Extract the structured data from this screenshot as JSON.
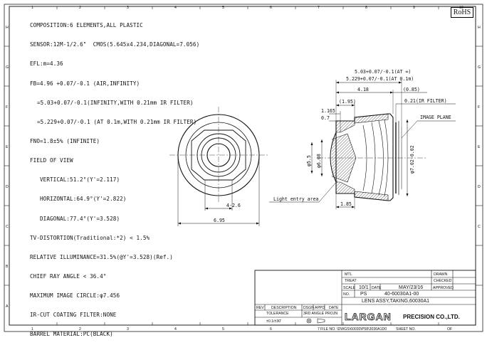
{
  "spec_lines": {
    "composition": "COMPOSITION:6 ELEMENTS,ALL PLASTIC",
    "sensor": "SENSOR:12M-1/2.6\"  CMOS(5.645x4.234,DIAGONAL=7.056)",
    "efl": "EFL:m=4.36",
    "fb1": "FB=4.96 +0.07/-0.1 (AIR,INFINITY)",
    "fb2": "=5.03+0.07/-0.1(INFINITY,WITH 0.21mm IR FILTER)",
    "fb3": "=5.229+0.07/-0.1 (AT 0.1m,WITH 0.21mm IR FILTER)",
    "fno": "FNO=1.8±5% (INFINITE)",
    "fov": "FIELD OF VIEW",
    "vertical": "VERTICAL:51.2°(Y'=2.117)",
    "horizontal": "HORIZONTAL:64.9°(Y'=2.822)",
    "diagonal": "DIAGONAL:77.4°(Y'=3.528)",
    "tv_distortion": "TV-DISTORTION(Traditional:*2) < 1.5%",
    "illuminance": "RELATIVE ILLUMINANCE=31.5%(@Y'=3.528)(Ref.)",
    "cra": "CHIEF RAY ANGLE < 36.4°",
    "image_circle": "MAXIMUM IMAGE CIRCLE:φ7.456",
    "ir_cut": "IR-CUT COATING FILTER:NONE",
    "barrel": "BARREL MATERIAL:PC(BLACK)"
  },
  "badge": "RoHS",
  "dimensions": {
    "fb_top": "5.03+0.07/-0.1(AT ∞)",
    "fb_bottom": "5.229+0.07/-0.1(AT 0.1m)",
    "d418": "4.18",
    "d085": "(0.85)",
    "d195": "(1.95)",
    "d1165": "1.165",
    "d07": "0.7",
    "ir_filter": "0.21(IR FILTER)",
    "image_plane": "IMAGE PLANE",
    "d55": "φ5.5",
    "d608": "φ6.08",
    "d702": "φ7.02-0.02",
    "light_entry": "Light entry area",
    "d185": "1.85",
    "d426": "4-2.6",
    "d695": "6.95"
  },
  "border_numbers": [
    "1",
    "2",
    "3",
    "4",
    "5",
    "6",
    "7",
    "8",
    "9",
    "10"
  ],
  "border_letters": [
    "A",
    "B",
    "C",
    "D",
    "E",
    "F",
    "G",
    "H"
  ],
  "title_block": {
    "mtl": "MTL",
    "treat": "TREAT",
    "scale_label": "SCALE",
    "scale_value": "10/1",
    "date_label": "DATE",
    "date_value": "MAY/23/16",
    "ps": "PS",
    "no_label": "NO.",
    "part_no": "40-60030A1-00",
    "title": "LENS ASSY,TAKING,60030A1",
    "drawn": "DRAWN",
    "checked": "CHECKED",
    "approved": "APPROVED",
    "rev": "REV",
    "description": "DESCRIPTION",
    "dsgn": "DSGN",
    "appd": "APPD",
    "date_col": "DATE",
    "tolerance": "TOLERANCE",
    "tolerance_value": "±0.1/±30'",
    "projection": "3RD ANGLE PROJN",
    "company": "LARGAN",
    "company_tail": "PRECISION CO.,LTD.",
    "file_no": "FILE NO. \\DWGS\\60030\\P58\\3030A1D0",
    "sheet_no": "SHEET NO.",
    "of": "OF"
  }
}
